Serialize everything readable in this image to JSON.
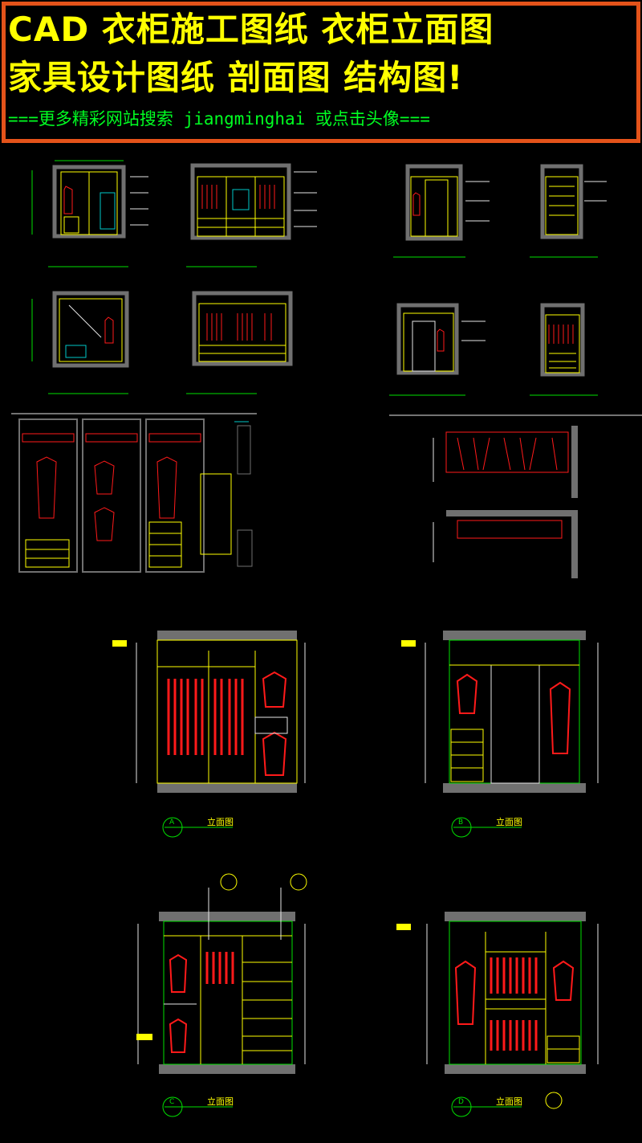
{
  "banner": {
    "title_line1": "CAD 衣柜施工图纸 衣柜立面图",
    "title_line2": "家具设计图纸 剖面图 结构图!",
    "subtitle": "===更多精彩网站搜索 jiangminghai 或点击头像==="
  },
  "colors": {
    "banner_border": "#e4531a",
    "title": "#ffff00",
    "subtitle": "#00ff22",
    "cad_yellow": "#ffff00",
    "cad_red": "#ff1a1a",
    "cad_green": "#00e000",
    "cad_cyan": "#00c8c8",
    "cad_grey": "#707070",
    "cad_white": "#e6e6e6"
  },
  "elevations": [
    {
      "letter": "A",
      "title": "立面图"
    },
    {
      "letter": "B",
      "title": "立面图"
    },
    {
      "letter": "C",
      "title": "立面图"
    },
    {
      "letter": "D",
      "title": "立面图"
    }
  ]
}
